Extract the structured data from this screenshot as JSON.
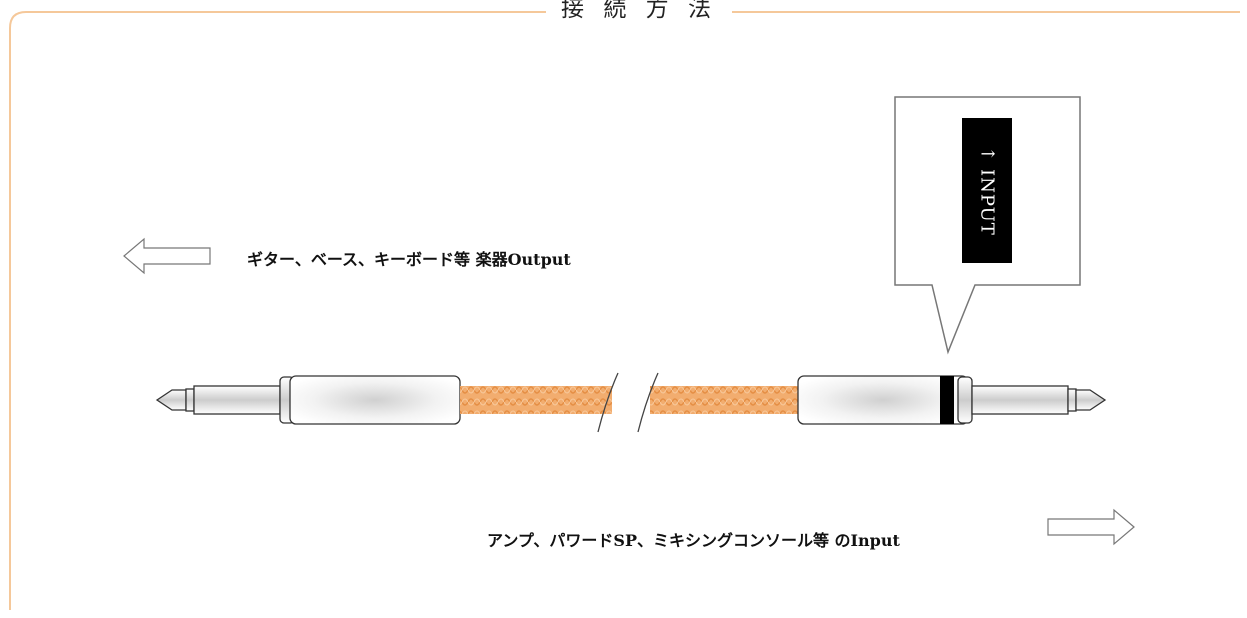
{
  "title": "接 続 方 法",
  "output_label": "ギター、ベース、キーボード等 楽器Output",
  "input_label": "アンプ、パワードSP、ミキシングコンソール等 のInput",
  "callout_text": "↑ INPUT",
  "colors": {
    "frame": "#F5C89A",
    "cable": "#F0A866",
    "cable_dark": "#D98840",
    "plug_ring": "#000000"
  }
}
